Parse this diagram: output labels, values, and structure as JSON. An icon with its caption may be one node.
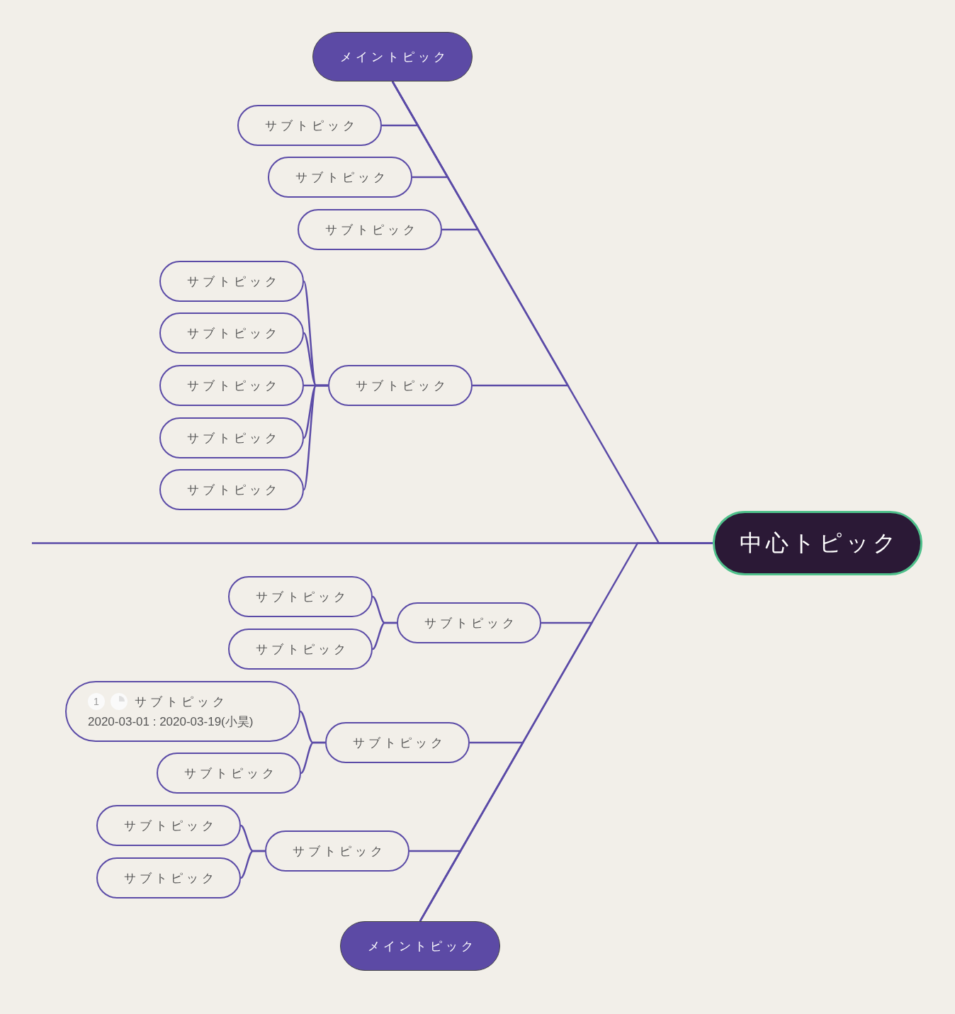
{
  "diagram": {
    "nodes": [
      {
        "text": [
          "メイントピック"
        ]
      },
      {
        "text": [
          "サブトピック"
        ]
      },
      {
        "text": [
          "サブトピック"
        ]
      },
      {
        "text": [
          "サブトピック"
        ]
      },
      {
        "text": [
          "サブトピック"
        ]
      },
      {
        "text": [
          "サブトピック"
        ]
      },
      {
        "text": [
          "サブトピック"
        ]
      },
      {
        "text": [
          "サブトピック"
        ]
      },
      {
        "text": [
          "サブトピック"
        ]
      },
      {
        "text": [
          "サブトピック"
        ]
      },
      {
        "text": [
          "中心トピック"
        ]
      },
      {
        "text": [
          "サブトピック"
        ]
      },
      {
        "text": [
          "サブトピック"
        ]
      },
      {
        "text": [
          "サブトピック"
        ]
      },
      {
        "text": [
          "1",
          "サブトピック",
          "2020-03-01 : 2020-03-19(小昊)"
        ]
      },
      {
        "text": [
          "サブトピック"
        ]
      },
      {
        "text": [
          "サブトピック"
        ]
      },
      {
        "text": [
          "サブトピック"
        ]
      },
      {
        "text": [
          "サブトピック"
        ]
      },
      {
        "text": [
          "サブトピック"
        ]
      },
      {
        "text": [
          "メイントピック"
        ]
      }
    ],
    "edges": [
      {
        "from": null,
        "to": 10,
        "arrow": "none"
      },
      {
        "from": 0,
        "to": 10,
        "arrow": "none"
      },
      {
        "from": 20,
        "to": 10,
        "arrow": "none"
      },
      {
        "from": 0,
        "to": 1,
        "arrow": "none"
      },
      {
        "from": 0,
        "to": 2,
        "arrow": "none"
      },
      {
        "from": 0,
        "to": 3,
        "arrow": "none"
      },
      {
        "from": 0,
        "to": 7,
        "arrow": "none"
      },
      {
        "from": 7,
        "to": 4,
        "arrow": "none"
      },
      {
        "from": 7,
        "to": 5,
        "arrow": "none"
      },
      {
        "from": 7,
        "to": 6,
        "arrow": "none"
      },
      {
        "from": 7,
        "to": 8,
        "arrow": "none"
      },
      {
        "from": 7,
        "to": 9,
        "arrow": "none"
      },
      {
        "from": 20,
        "to": 12,
        "arrow": "none"
      },
      {
        "from": 20,
        "to": 15,
        "arrow": "none"
      },
      {
        "from": 20,
        "to": 18,
        "arrow": "none"
      },
      {
        "from": 12,
        "to": 11,
        "arrow": "none"
      },
      {
        "from": 12,
        "to": 13,
        "arrow": "none"
      },
      {
        "from": 15,
        "to": 14,
        "arrow": "none"
      },
      {
        "from": 15,
        "to": 16,
        "arrow": "none"
      },
      {
        "from": 18,
        "to": 17,
        "arrow": "none"
      },
      {
        "from": 18,
        "to": 19,
        "arrow": "none"
      }
    ]
  }
}
